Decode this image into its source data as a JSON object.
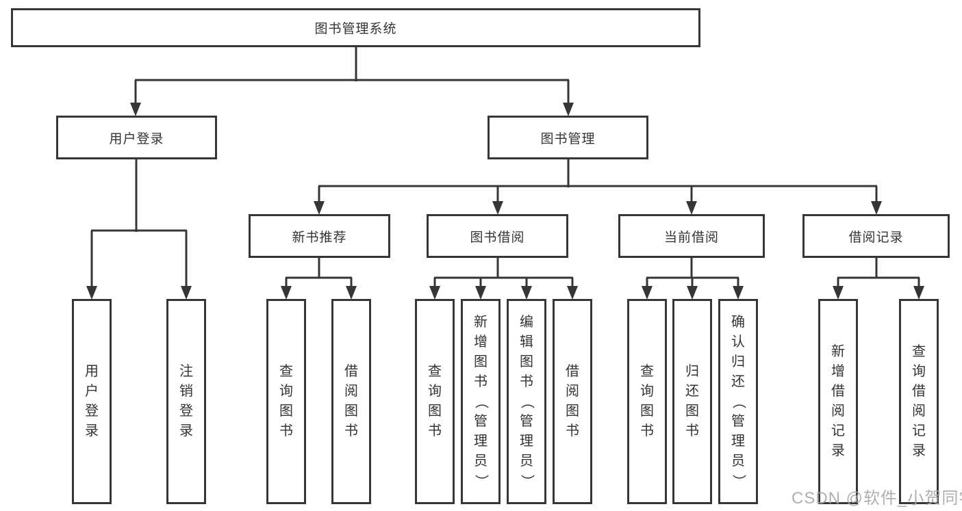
{
  "tree": {
    "label": "图书管理系统",
    "children": [
      {
        "label": "用户登录",
        "leaves": [
          "用户登录",
          "注销登录"
        ]
      },
      {
        "label": "图书管理",
        "children": [
          {
            "label": "新书推荐",
            "leaves": [
              "查询图书",
              "借阅图书"
            ]
          },
          {
            "label": "图书借阅",
            "leaves": [
              "查询图书",
              "新增图书（管理员）",
              "编辑图书（管理员）",
              "借阅图书"
            ]
          },
          {
            "label": "当前借阅",
            "leaves": [
              "查询图书",
              "归还图书",
              "确认归还（管理员）"
            ]
          },
          {
            "label": "借阅记录",
            "leaves": [
              "新增借阅记录",
              "查询借阅记录"
            ]
          }
        ]
      }
    ]
  },
  "watermark": "CSDN @软件_小贺同学",
  "colors": {
    "line": "#363636",
    "box_border": "#363636",
    "text": "#333333",
    "watermark_text": "#a8a8a8",
    "background": "#ffffff"
  }
}
